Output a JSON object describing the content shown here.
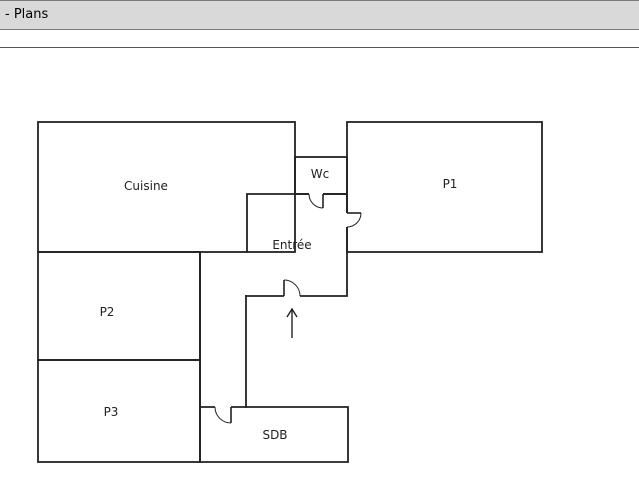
{
  "header": {
    "title": "- Plans"
  },
  "plan": {
    "rooms": {
      "cuisine": "Cuisine",
      "wc": "Wc",
      "p1": "P1",
      "entree": "Entrée",
      "p2": "P2",
      "p3": "P3",
      "sdb": "SDB"
    },
    "entrance_arrow_icon": "arrow-up-icon",
    "colors": {
      "wall": "#222222",
      "header_bg": "#d9d9d9"
    }
  }
}
